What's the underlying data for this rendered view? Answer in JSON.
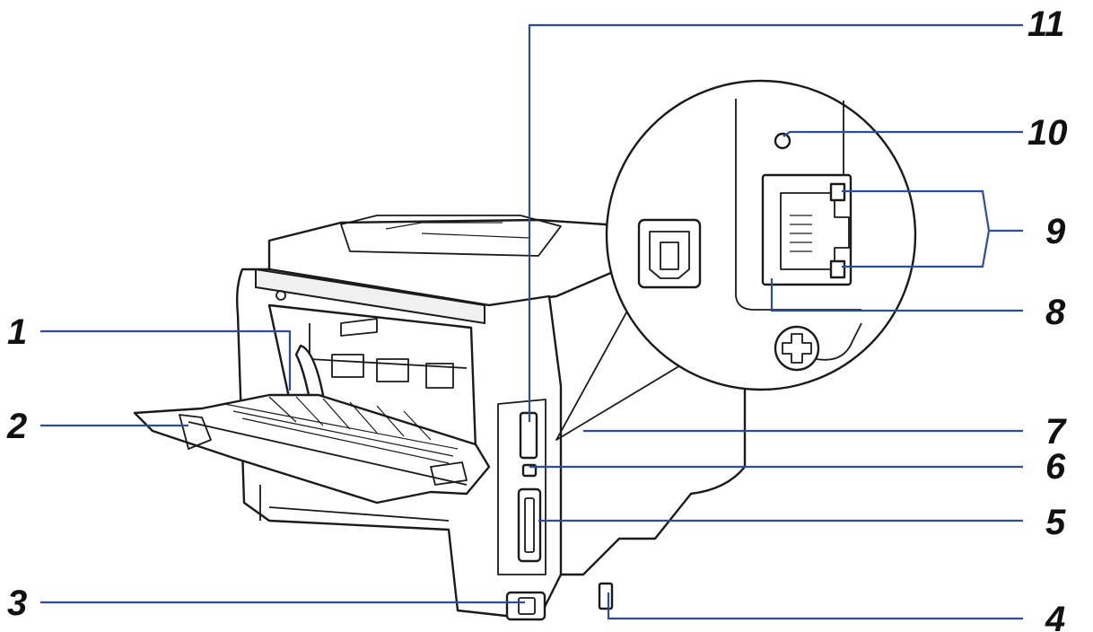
{
  "diagram": {
    "subject": "printer-rear-view",
    "callouts": [
      {
        "id": "c1",
        "label": "1"
      },
      {
        "id": "c2",
        "label": "2"
      },
      {
        "id": "c3",
        "label": "3"
      },
      {
        "id": "c4",
        "label": "4"
      },
      {
        "id": "c5",
        "label": "5"
      },
      {
        "id": "c6",
        "label": "6"
      },
      {
        "id": "c7",
        "label": "7"
      },
      {
        "id": "c8",
        "label": "8"
      },
      {
        "id": "c9",
        "label": "9"
      },
      {
        "id": "c10",
        "label": "10"
      },
      {
        "id": "c11",
        "label": "11"
      }
    ],
    "colors": {
      "leader": "#2c4d9e",
      "outline": "#1a1a1a",
      "fill": "#ffffff",
      "label": "#111111"
    }
  }
}
